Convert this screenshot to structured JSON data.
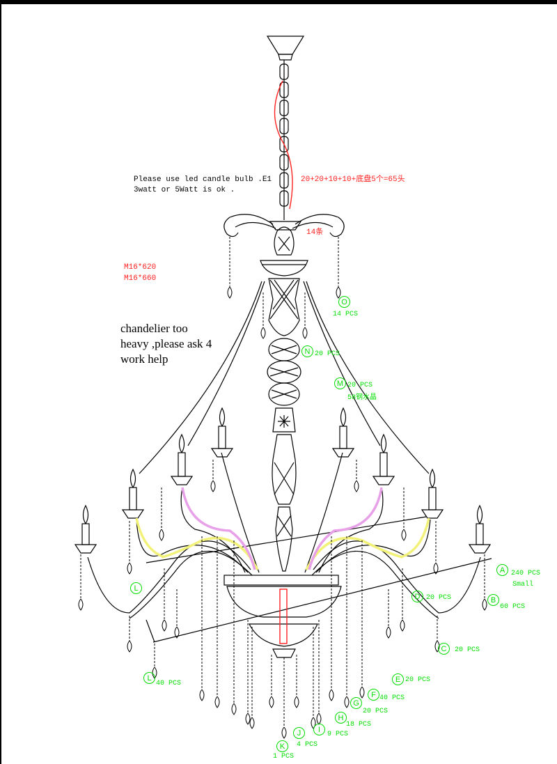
{
  "notes": {
    "bulb_line1": "Please use led candle bulb .E1",
    "bulb_line2": "3watt or 5Watt is ok .",
    "heavy_line1": "chandelier too",
    "heavy_line2": "heavy ,please ask 4",
    "heavy_line3": "work help",
    "formula": "20+20+10+10+底盘5个=65头",
    "arms_count": "14条",
    "m16_620": "M16*620",
    "m16_660": "M16*660"
  },
  "callouts": [
    {
      "letter": "O",
      "text": "14 PCS"
    },
    {
      "letter": "N",
      "text": "20 PCS"
    },
    {
      "letter": "M",
      "text": "20 PCS"
    },
    {
      "letter": "",
      "text": "58钢水晶"
    },
    {
      "letter": "A",
      "text": "240 PCS"
    },
    {
      "letter": "",
      "text": "Small"
    },
    {
      "letter": "D",
      "text": "20 PCS"
    },
    {
      "letter": "B",
      "text": "60 PCS"
    },
    {
      "letter": "C",
      "text": "20 PCS"
    },
    {
      "letter": "E",
      "text": "20 PCS"
    },
    {
      "letter": "F",
      "text": "40 PCS"
    },
    {
      "letter": "G",
      "text": "20 PCS"
    },
    {
      "letter": "H",
      "text": "18 PCS"
    },
    {
      "letter": "I",
      "text": "9 PCS"
    },
    {
      "letter": "J",
      "text": "4 PCS"
    },
    {
      "letter": "K",
      "text": "1 PCS"
    },
    {
      "letter": "L",
      "text": "40 PCS"
    },
    {
      "letter": "L",
      "text": ""
    }
  ],
  "colors": {
    "line": "#000000",
    "callout": "#00dd00",
    "wire": "#ff2020",
    "arm_yellow": "#f2f27a",
    "arm_pink": "#e8a0e8"
  }
}
